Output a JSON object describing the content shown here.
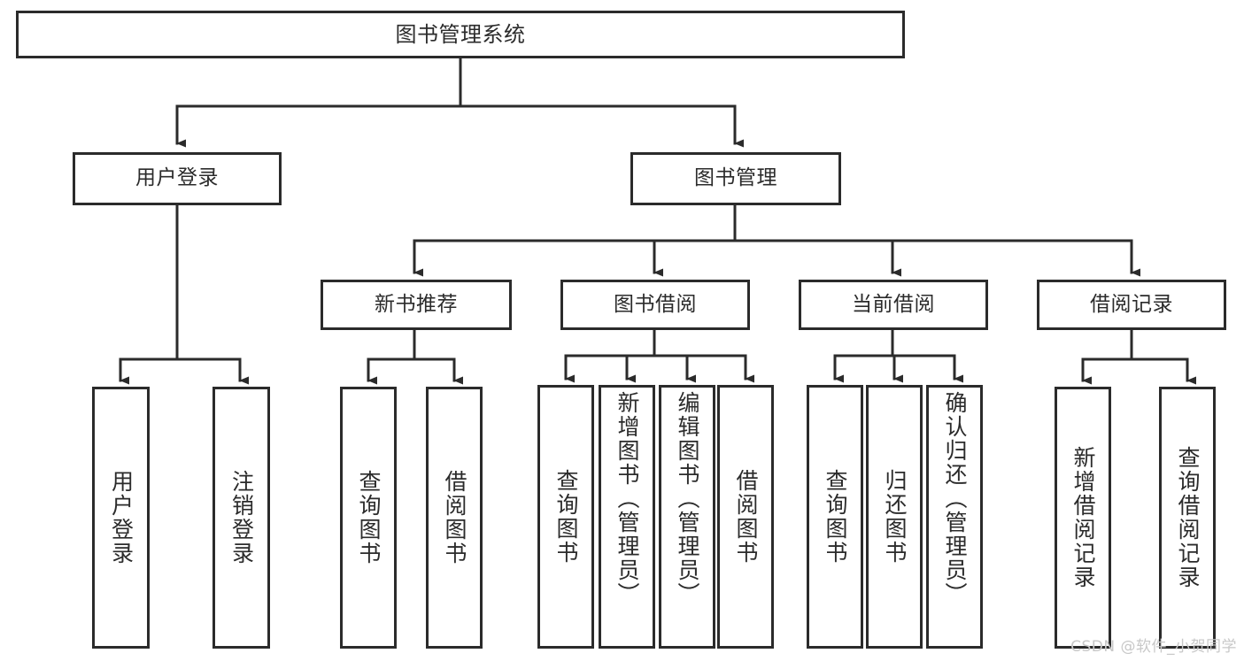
{
  "diagram": {
    "type": "tree-hierarchy",
    "title": "图书管理系统",
    "orientation": "top-down",
    "colors": {
      "box_border": "#2b2b2b",
      "box_fill": "#ffffff",
      "text": "#2b2b2b",
      "edge": "#2b2b2b",
      "watermark": "#c8c8c8",
      "background": "#ffffff"
    },
    "nodes": {
      "root": {
        "label": "图书管理系统"
      },
      "level1": [
        {
          "id": "user-login",
          "label": "用户登录"
        },
        {
          "id": "book-management",
          "label": "图书管理"
        }
      ],
      "level2": [
        {
          "id": "new-book-recommend",
          "label": "新书推荐"
        },
        {
          "id": "book-borrow",
          "label": "图书借阅"
        },
        {
          "id": "current-borrow",
          "label": "当前借阅"
        },
        {
          "id": "borrow-record",
          "label": "借阅记录"
        }
      ],
      "leaves": {
        "user_login": [
          {
            "id": "leaf-user-login",
            "label": "用户登录"
          },
          {
            "id": "leaf-logout-login",
            "label": "注销登录"
          }
        ],
        "new_book_recommend": [
          {
            "id": "leaf-query-book-1",
            "label": "查询图书"
          },
          {
            "id": "leaf-borrow-book-1",
            "label": "借阅图书"
          }
        ],
        "book_borrow": [
          {
            "id": "leaf-query-book-2",
            "label": "查询图书"
          },
          {
            "id": "leaf-add-book",
            "label": "新增图书（管理员）"
          },
          {
            "id": "leaf-edit-book",
            "label": "编辑图书（管理员）"
          },
          {
            "id": "leaf-borrow-book-2",
            "label": "借阅图书"
          }
        ],
        "current_borrow": [
          {
            "id": "leaf-query-book-3",
            "label": "查询图书"
          },
          {
            "id": "leaf-return-book",
            "label": "归还图书"
          },
          {
            "id": "leaf-confirm-return",
            "label": "确认归还（管理员）"
          }
        ],
        "borrow_record": [
          {
            "id": "leaf-add-record",
            "label": "新增借阅记录"
          },
          {
            "id": "leaf-query-record",
            "label": "查询借阅记录"
          }
        ]
      }
    }
  },
  "watermark": {
    "text": "CSDN @软件_小贺同学"
  }
}
